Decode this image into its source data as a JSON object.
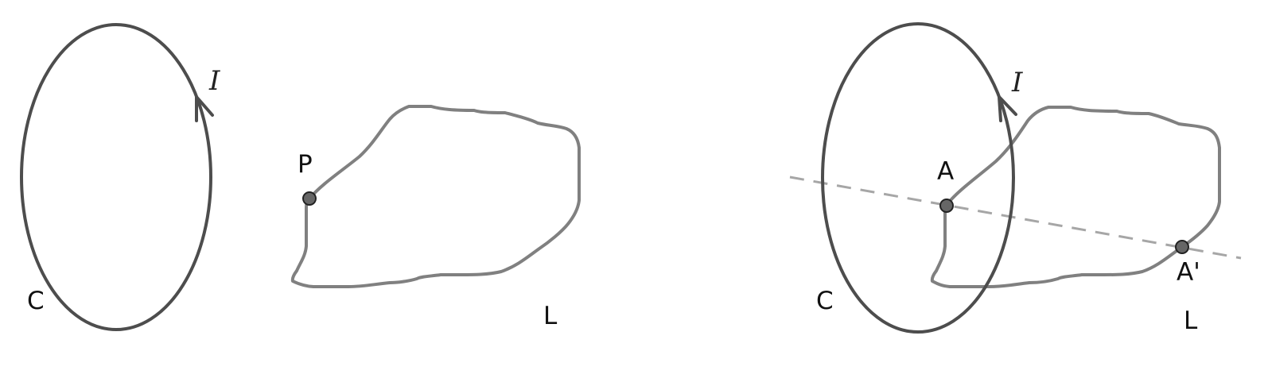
{
  "colors": {
    "circuit": "#4d4d4d",
    "loop": "#808080",
    "dashed_line": "#a6a6a6",
    "point_fill": "#666666",
    "text": "#111111"
  },
  "left_panel": {
    "circuit_label": "C",
    "current_label": "I",
    "loop_label": "L",
    "point_label": "P"
  },
  "right_panel": {
    "circuit_label": "C",
    "current_label": "I",
    "loop_label": "L",
    "point_a_label": "A",
    "point_a_prime_label": "A'"
  }
}
